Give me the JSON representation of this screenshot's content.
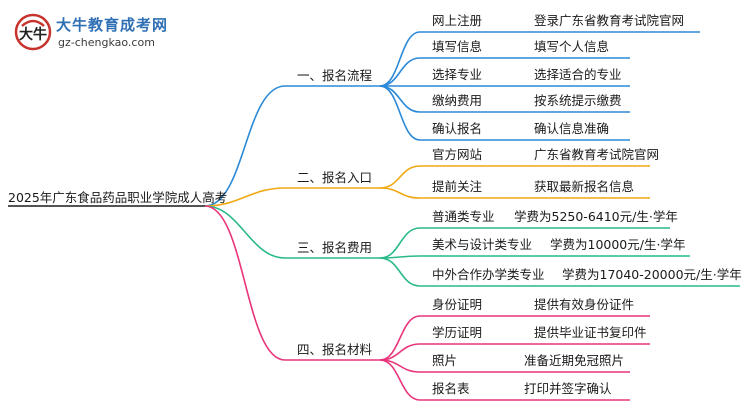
{
  "logo": {
    "title": "大牛教育成考网",
    "url": "gz-chengkao.com"
  },
  "root": "2025年广东食品药品职业学院成人高考",
  "colors": {
    "branch1": "#2b8ad8",
    "branch2": "#f0a914",
    "branch3": "#29b98a",
    "branch4": "#e8357c"
  },
  "branches": [
    {
      "label": "一、报名流程",
      "items": [
        {
          "name": "网上注册",
          "value": "登录广东省教育考试院官网"
        },
        {
          "name": "填写信息",
          "value": "填写个人信息"
        },
        {
          "name": "选择专业",
          "value": "选择适合的专业"
        },
        {
          "name": "缴纳费用",
          "value": "按系统提示缴费"
        },
        {
          "name": "确认报名",
          "value": "确认信息准确"
        }
      ]
    },
    {
      "label": "二、报名入口",
      "items": [
        {
          "name": "官方网站",
          "value": "广东省教育考试院官网"
        },
        {
          "name": "提前关注",
          "value": "获取最新报名信息"
        }
      ]
    },
    {
      "label": "三、报名费用",
      "items": [
        {
          "name": "普通类专业",
          "value": "学费为5250-6410元/生·学年"
        },
        {
          "name": "美术与设计类专业",
          "value": "学费为10000元/生·学年"
        },
        {
          "name": "中外合作办学类专业",
          "value": "学费为17040-20000元/生·学年"
        }
      ]
    },
    {
      "label": "四、报名材料",
      "items": [
        {
          "name": "身份证明",
          "value": "提供有效身份证件"
        },
        {
          "name": "学历证明",
          "value": "提供毕业证书复印件"
        },
        {
          "name": "照片",
          "value": "准备近期免冠照片"
        },
        {
          "name": "报名表",
          "value": "打印并签字确认"
        }
      ]
    }
  ]
}
